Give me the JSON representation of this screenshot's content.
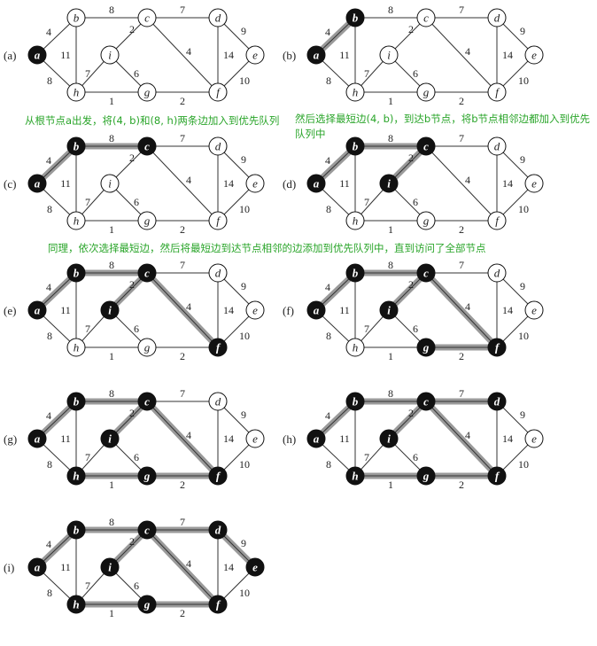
{
  "captions": {
    "c1": "从根节点a出发，将(4, b)和(8, h)两条边加入到优先队列",
    "c2": "然后选择最短边(4, b)，到达b节点，将b节点相邻边都加入到优先队列中",
    "c3": "同理，依次选择最短边，然后将最短边到达节点相邻的边添加到优先队列中，直到访问了全部节点"
  },
  "graph": {
    "nodes": [
      "a",
      "b",
      "c",
      "d",
      "e",
      "f",
      "g",
      "h",
      "i"
    ],
    "edges": [
      {
        "u": "a",
        "v": "b",
        "w": "4"
      },
      {
        "u": "a",
        "v": "h",
        "w": "8"
      },
      {
        "u": "b",
        "v": "c",
        "w": "8"
      },
      {
        "u": "b",
        "v": "h",
        "w": "11"
      },
      {
        "u": "c",
        "v": "d",
        "w": "7"
      },
      {
        "u": "c",
        "v": "i",
        "w": "2"
      },
      {
        "u": "c",
        "v": "f",
        "w": "4"
      },
      {
        "u": "d",
        "v": "e",
        "w": "9"
      },
      {
        "u": "d",
        "v": "f",
        "w": "14"
      },
      {
        "u": "e",
        "v": "f",
        "w": "10"
      },
      {
        "u": "f",
        "v": "g",
        "w": "2"
      },
      {
        "u": "g",
        "v": "h",
        "w": "1"
      },
      {
        "u": "g",
        "v": "i",
        "w": "6"
      },
      {
        "u": "h",
        "v": "i",
        "w": "7"
      }
    ]
  },
  "panels": [
    {
      "label": "(a)",
      "visited": [
        "a"
      ],
      "tree": []
    },
    {
      "label": "(b)",
      "visited": [
        "a",
        "b"
      ],
      "tree": [
        "a-b"
      ]
    },
    {
      "label": "(c)",
      "visited": [
        "a",
        "b",
        "c"
      ],
      "tree": [
        "a-b",
        "b-c"
      ]
    },
    {
      "label": "(d)",
      "visited": [
        "a",
        "b",
        "c",
        "i"
      ],
      "tree": [
        "a-b",
        "b-c",
        "c-i"
      ]
    },
    {
      "label": "(e)",
      "visited": [
        "a",
        "b",
        "c",
        "i",
        "f"
      ],
      "tree": [
        "a-b",
        "b-c",
        "c-i",
        "c-f"
      ]
    },
    {
      "label": "(f)",
      "visited": [
        "a",
        "b",
        "c",
        "i",
        "f",
        "g"
      ],
      "tree": [
        "a-b",
        "b-c",
        "c-i",
        "c-f",
        "f-g"
      ]
    },
    {
      "label": "(g)",
      "visited": [
        "a",
        "b",
        "c",
        "i",
        "f",
        "g",
        "h"
      ],
      "tree": [
        "a-b",
        "b-c",
        "c-i",
        "c-f",
        "f-g",
        "g-h"
      ]
    },
    {
      "label": "(h)",
      "visited": [
        "a",
        "b",
        "c",
        "i",
        "f",
        "g",
        "h",
        "d"
      ],
      "tree": [
        "a-b",
        "b-c",
        "c-i",
        "c-f",
        "f-g",
        "g-h",
        "c-d"
      ]
    },
    {
      "label": "(i)",
      "visited": [
        "a",
        "b",
        "c",
        "i",
        "f",
        "g",
        "h",
        "d",
        "e"
      ],
      "tree": [
        "a-b",
        "b-c",
        "c-i",
        "c-f",
        "f-g",
        "g-h",
        "c-d",
        "d-e"
      ]
    }
  ],
  "colors": {
    "visited": "#111111",
    "tree_edge": "#9a9a9a",
    "edge": "#333333",
    "caption": "#2aa52a"
  }
}
